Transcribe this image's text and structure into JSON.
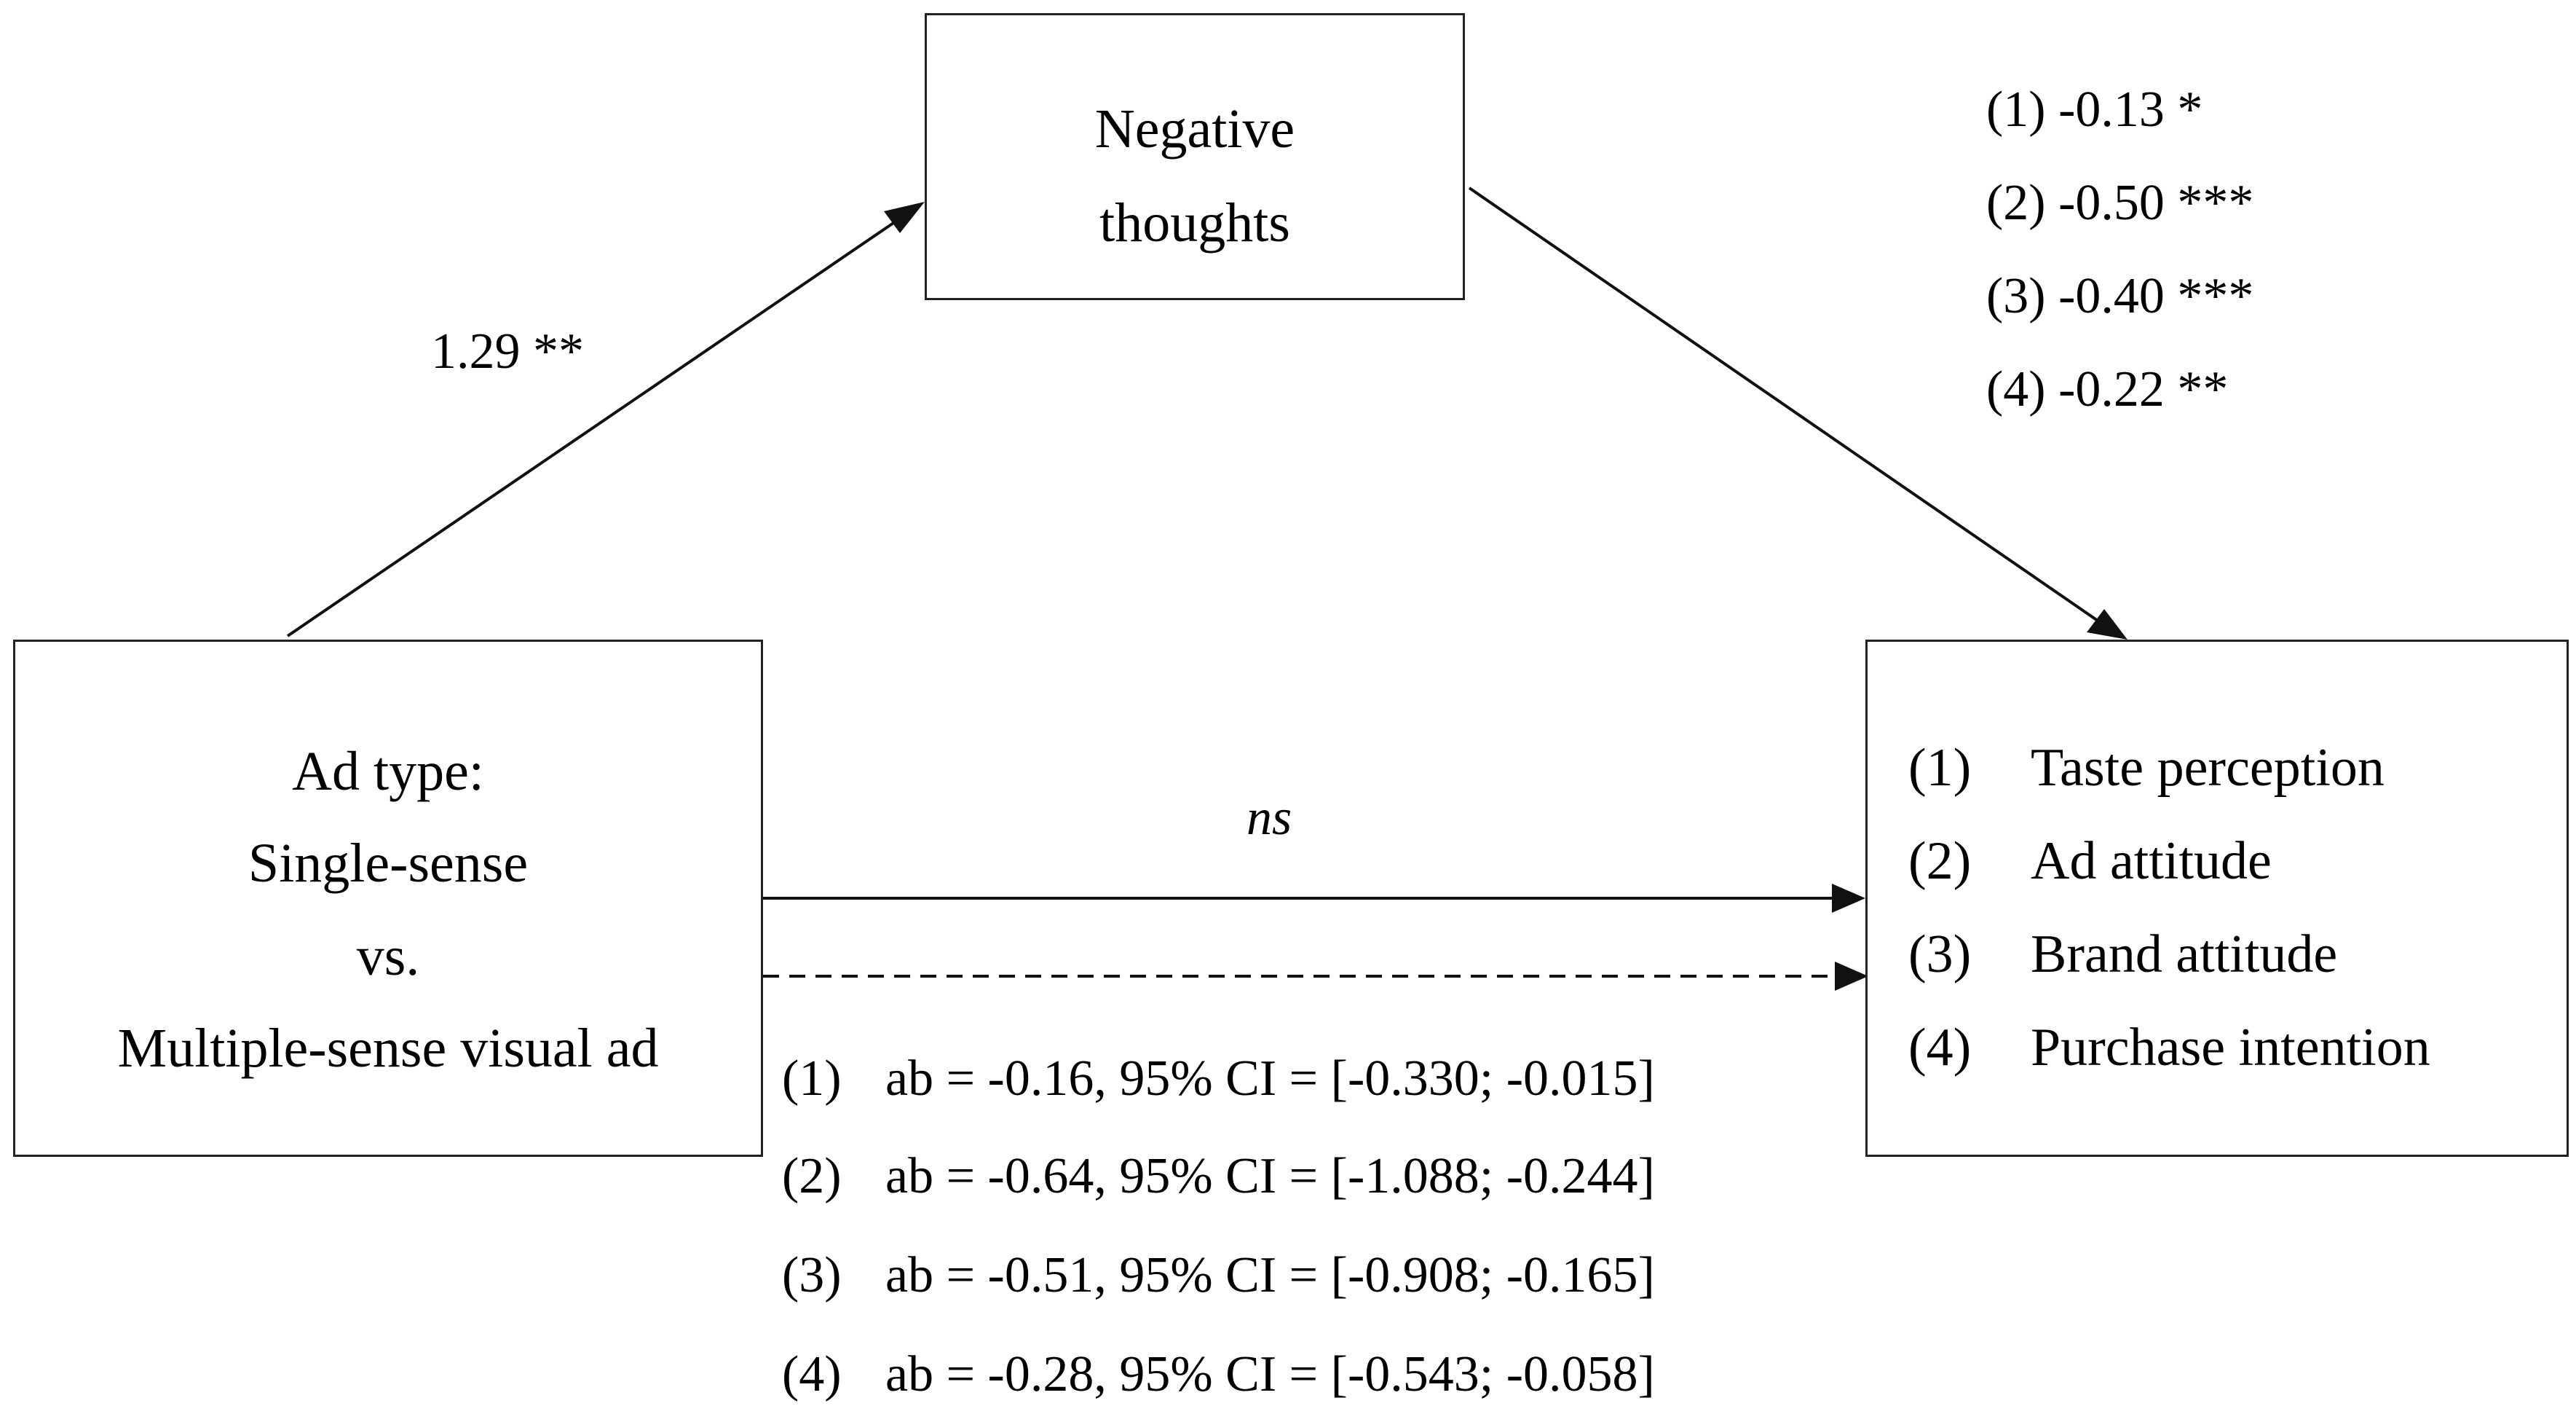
{
  "boxes": {
    "mediator": {
      "lines": [
        "Negative",
        "thoughts"
      ]
    },
    "predictor": {
      "lines": [
        "Ad type:",
        "Single-sense",
        "vs.",
        "Multiple-sense visual ad"
      ]
    },
    "outcomes": [
      {
        "num": "(1)",
        "text": "Taste perception"
      },
      {
        "num": "(2)",
        "text": "Ad attitude"
      },
      {
        "num": "(3)",
        "text": "Brand attitude"
      },
      {
        "num": "(4)",
        "text": "Purchase intention"
      }
    ]
  },
  "paths": {
    "a": "1.29 **",
    "b": [
      "(1) -0.13 *",
      "(2) -0.50 ***",
      "(3) -0.40 ***",
      "(4) -0.22 **"
    ],
    "c_prime": "ns"
  },
  "indirect_effects": [
    {
      "num": "(1)",
      "text": "ab = -0.16, 95% CI = [-0.330; -0.015]"
    },
    {
      "num": "(2)",
      "text": "ab = -0.64, 95% CI = [-1.088; -0.244]"
    },
    {
      "num": "(3)",
      "text": "ab = -0.51, 95% CI = [-0.908; -0.165]"
    },
    {
      "num": "(4)",
      "text": "ab = -0.28, 95% CI = [-0.543; -0.058]"
    }
  ],
  "colors": {
    "line": "#111111",
    "box_border": "#222222",
    "text": "#000000"
  }
}
